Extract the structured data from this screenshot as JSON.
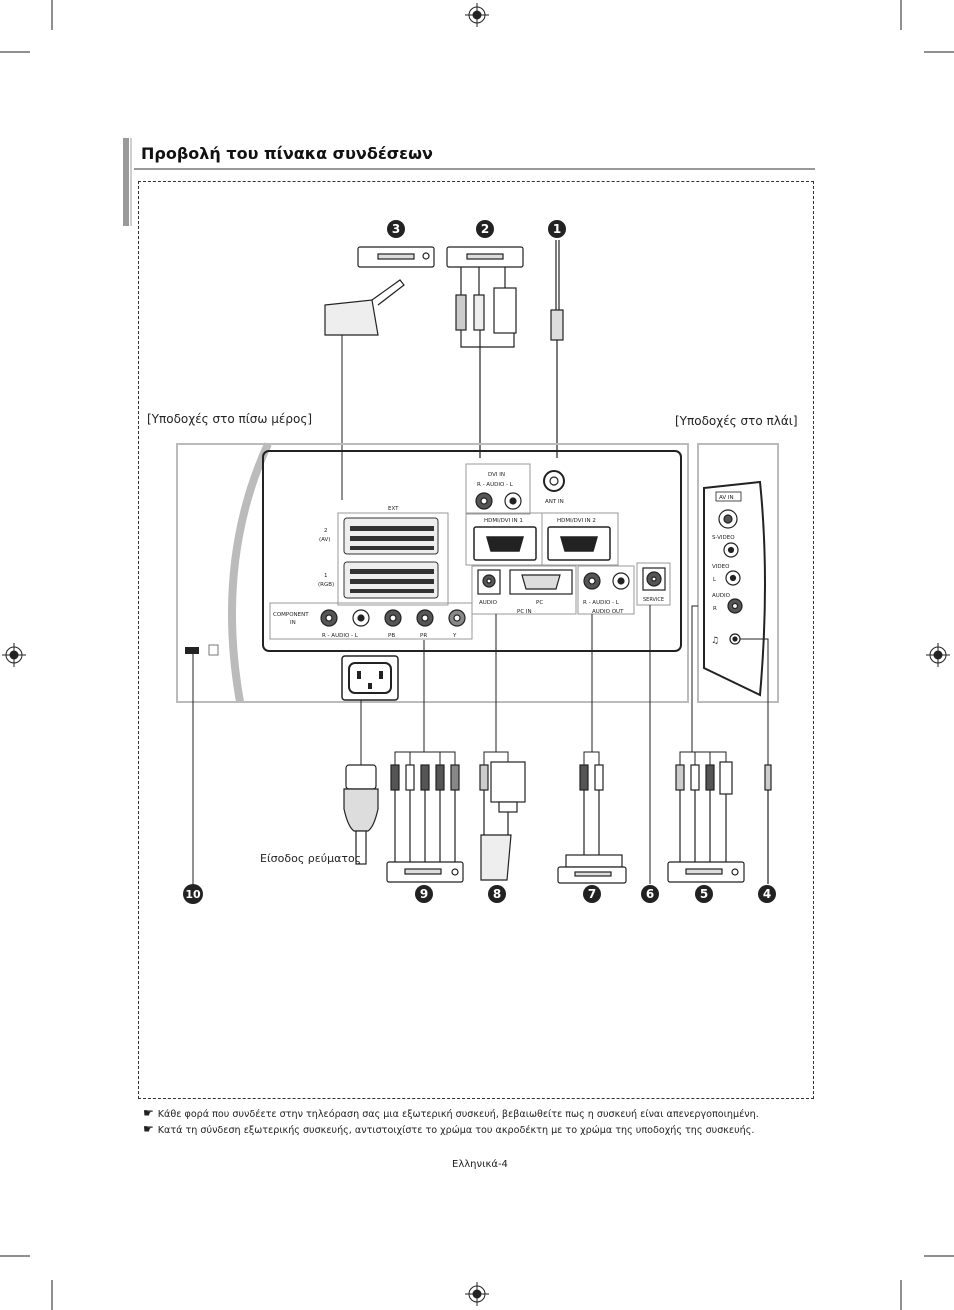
{
  "page_title": "Προβολή του πίνακα συνδέσεων",
  "labels": {
    "back": "[Υποδοχές στο πίσω μέρος]",
    "side": "[Υποδοχές στο πλάι]",
    "power": "Είσοδος ρεύματος"
  },
  "panel": {
    "ext": "EXT",
    "scart2_a": "2",
    "scart2_b": "(AV)",
    "scart1_a": "1",
    "scart1_b": "(RGB)",
    "component_a": "COMPONENT",
    "component_b": "IN",
    "component_audio": "R - AUDIO - L",
    "pb": "PB",
    "pr": "PR",
    "y": "Y",
    "dvi_in": "DVI IN",
    "dvi_audio": "R - AUDIO - L",
    "ant_in": "ANT IN",
    "hdmi1": "HDMI/DVI IN 1",
    "hdmi2": "HDMI/DVI IN 2",
    "audio": "AUDIO",
    "pc": "PC",
    "pc_in": "PC IN",
    "audio_out_lr": "R - AUDIO - L",
    "audio_out": "AUDIO OUT",
    "service": "SERVICE",
    "av_in": "AV IN",
    "s_video": "S-VIDEO",
    "video": "VIDEO",
    "side_audio": "AUDIO",
    "side_l": "L",
    "side_r": "R"
  },
  "callouts": [
    "1",
    "2",
    "3",
    "4",
    "5",
    "6",
    "7",
    "8",
    "9",
    "10"
  ],
  "notes": [
    "Κάθε φορά που συνδέετε στην τηλεόραση σας μια εξωτερική συσκευή, βεβαιωθείτε πως η συσκευή είναι απενεργοποιημένη.",
    "Κατά τη σύνδεση εξωτερικής συσκευής, αντιστοιχίστε το χρώμα του ακροδέκτη με το χρώμα της υποδοχής της συσκευής."
  ],
  "page_number": "Ελληνικά-4"
}
